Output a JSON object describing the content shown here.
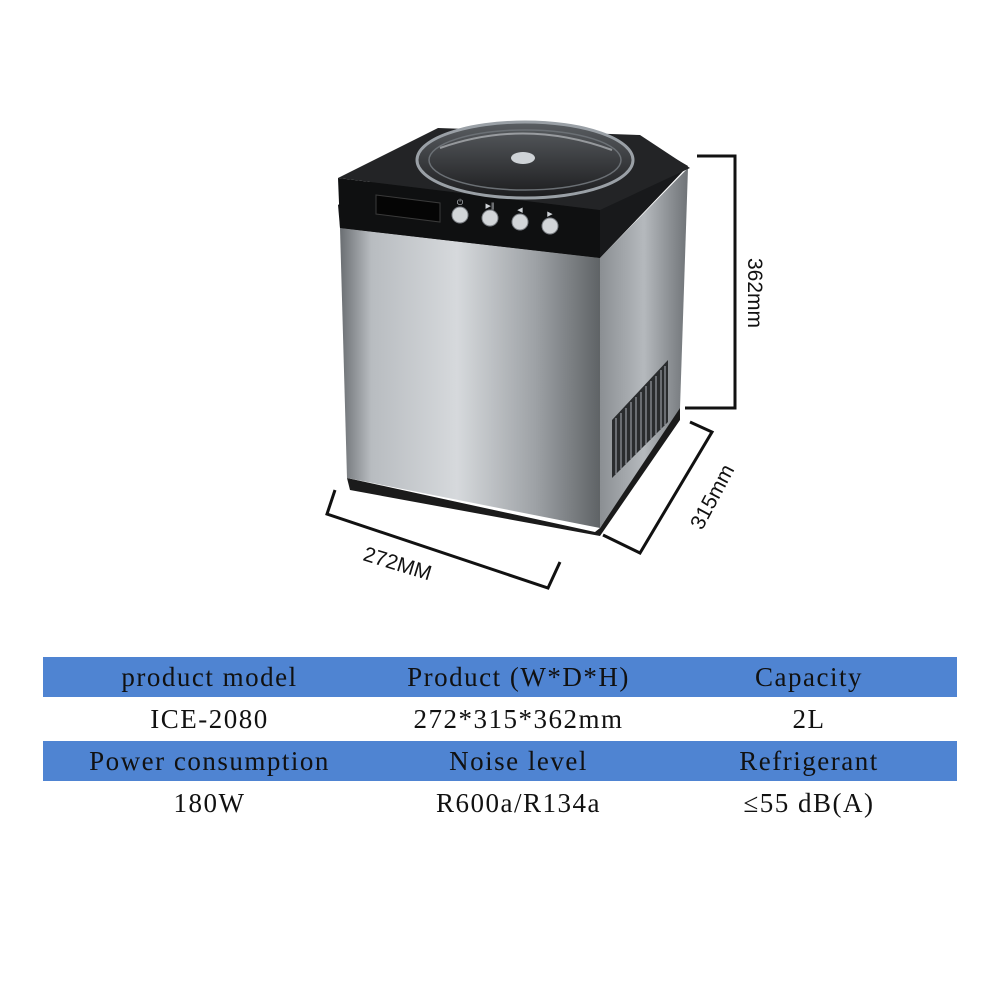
{
  "dimensions": {
    "height_label": "362mm",
    "depth_label": "315mm",
    "width_label": "272MM"
  },
  "control_panel": {
    "buttons": [
      "power",
      "play-pause",
      "left",
      "right"
    ]
  },
  "specs": {
    "rows": [
      {
        "kind": "header",
        "cells": [
          "product model",
          "Product (W*D*H)",
          "Capacity"
        ]
      },
      {
        "kind": "value",
        "cells": [
          "ICE-2080",
          "272*315*362mm",
          "2L"
        ]
      },
      {
        "kind": "header",
        "cells": [
          "Power consumption",
          "Noise level",
          "Refrigerant"
        ]
      },
      {
        "kind": "value",
        "cells": [
          "180W",
          "R600a/R134a",
          "≤55 dB(A)"
        ]
      }
    ]
  },
  "colors": {
    "header_fill": "#4f84d2",
    "appliance_body": "#a9adb2",
    "appliance_top": "#1a1a1a"
  }
}
